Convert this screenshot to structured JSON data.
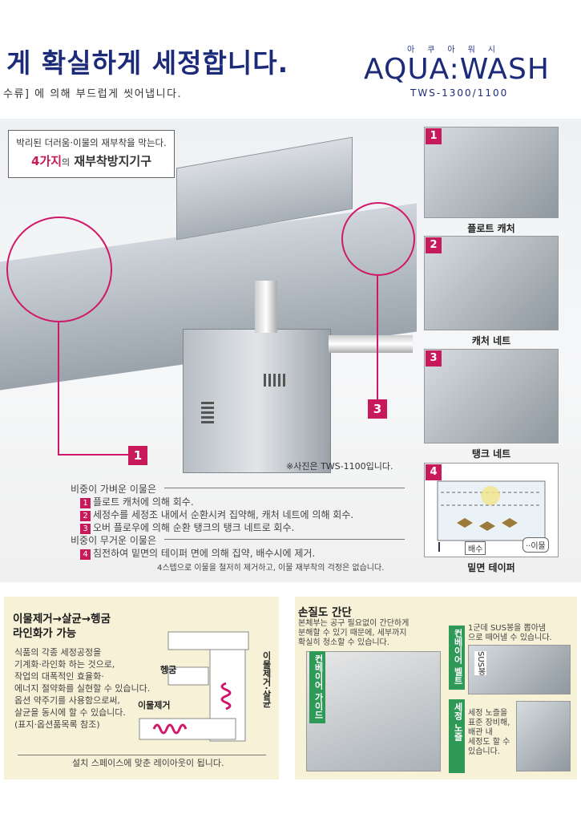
{
  "header": {
    "headline": "게 확실하게 세정합니다.",
    "subline": "수류] 에 의해 부드럽게 씻어냅니다.",
    "brand_kana": "아쿠아워시",
    "brand_logo": "AQUA:WASH",
    "brand_model": "TWS-1300/1100"
  },
  "callout": {
    "line1": "박리된 더러움·이물의 재부착을 막는다.",
    "line2_num": "4가지",
    "line2_mid": "의",
    "line2_rest": "재부착방지기구"
  },
  "photo": {
    "caption": "※사진은 TWS-1100입니다.",
    "markers": [
      "1",
      "3"
    ]
  },
  "thumbnails": [
    {
      "num": "1",
      "label": "플로트 캐처"
    },
    {
      "num": "2",
      "label": "캐처 네트"
    },
    {
      "num": "3",
      "label": "탱크 네트"
    },
    {
      "num": "4",
      "label": "밑면 테이퍼",
      "drain_label": "배수",
      "debris_label": "··이물"
    }
  ],
  "mechanism": {
    "light_title": "비중이 가벼운 이물은",
    "light_items": [
      {
        "num": "1",
        "text": "플로트 캐처에 의해 회수."
      },
      {
        "num": "2",
        "text": "세정수를 세정조 내에서 순환시켜 집약해, 캐처 네트에 의해 회수."
      },
      {
        "num": "3",
        "text": "오버 플로우에 의해 순환 탱크의 탱크 네트로 회수."
      }
    ],
    "heavy_title": "비중이 무거운 이물은",
    "heavy_items": [
      {
        "num": "4",
        "text": "침전하여 밑면의 테이퍼 면에 의해 집약, 배수시에 제거."
      }
    ],
    "footnote": "4스텝으로 이물을 철저히 제거하고, 이물 재부착의 걱정은 없습니다."
  },
  "left_panel": {
    "title_line1": "이물제거→살균→헹굼",
    "title_line2": "라인화가 가능",
    "body": [
      "식품의 각종 세정공정을",
      "기계화·라인화 하는 것으로,",
      "작업의 대폭적인 효율화·",
      "에너지 절약화를 실현할 수 있습니다.",
      "옵션 약주기를 사용함으로써,",
      "살균을 동시에 할 수 있습니다.",
      "(표지·옵션품목록 참조)"
    ],
    "label_rinse": "헹굼",
    "label_remove": "이물제거",
    "label_vertical": "이물제거·살균",
    "footer": "설치 스페이스에 맞춘 레이아웃이 됩니다."
  },
  "right_panel": {
    "title": "손질도 간단",
    "body": [
      "본체부는 공구 필요없이 간단하게",
      "분해할 수 있기 때문에, 세부까지",
      "확실히 청소할 수 있습니다."
    ],
    "tag_guide": "컨베이어 가이드",
    "tag_belt": "컨베이어 벨트",
    "tag_nozzle": "세정 노즐",
    "belt_text": [
      "1군데 SUS봉을 뽑아냄",
      "으로 떼어낼 수 있습니다."
    ],
    "sus_label": "SUS봉",
    "nozzle_text": [
      "세정 노즐을",
      "표준 장비해,",
      "배관 내",
      "세정도 할 수",
      "있습니다."
    ]
  }
}
